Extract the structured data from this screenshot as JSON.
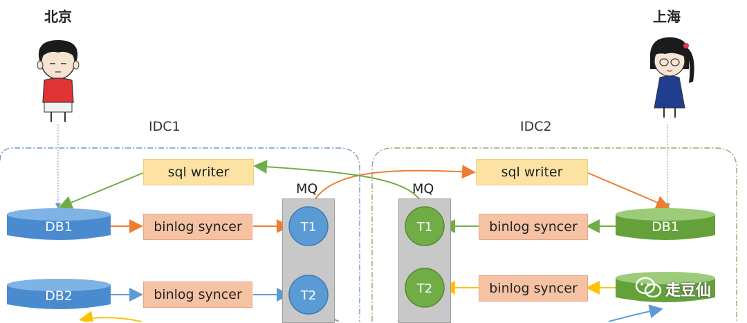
{
  "cities": {
    "left": "北京",
    "right": "上海"
  },
  "idcs": {
    "left": "IDC1",
    "right": "IDC2"
  },
  "left": {
    "mq_label": "MQ",
    "sql_writer": "sql writer",
    "syncer1": "binlog syncer",
    "syncer2": "binlog syncer",
    "db1": "DB1",
    "db2": "DB2",
    "t1": "T1",
    "t2": "T2"
  },
  "right": {
    "mq_label": "MQ",
    "sql_writer": "sql writer",
    "syncer1": "binlog syncer",
    "syncer2": "binlog syncer",
    "db1": "DB1",
    "t1": "T1",
    "t2": "T2"
  },
  "watermark": "走豆仙",
  "colors": {
    "blue_node": "#5b9bd5",
    "green_node": "#70ad47",
    "orange_arrow": "#ed7d31",
    "green_arrow": "#70ad47",
    "blue_arrow": "#5b9bd5",
    "yellow_arrow": "#ffc000",
    "writer_fill": "#fce3a3",
    "syncer_fill": "#f5c2a4",
    "mq_fill": "#c8c8c8"
  }
}
